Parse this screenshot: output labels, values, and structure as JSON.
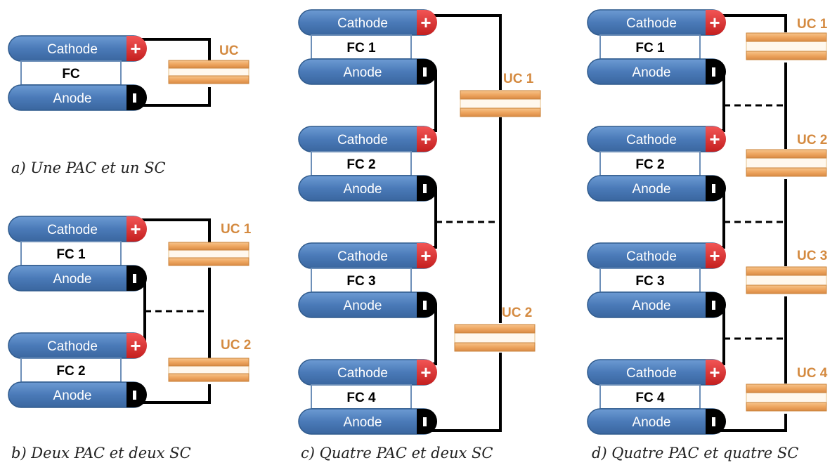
{
  "labels": {
    "cathode": "Cathode",
    "anode": "Anode",
    "plus": "+"
  },
  "panels": {
    "a": {
      "caption": "a)   Une PAC et un SC",
      "cells": [
        "FC"
      ],
      "ucs": [
        "UC"
      ]
    },
    "b": {
      "caption": "b)   Deux PAC et deux SC",
      "cells": [
        "FC 1",
        "FC 2"
      ],
      "ucs": [
        "UC 1",
        "UC 2"
      ]
    },
    "c": {
      "caption": "c)   Quatre PAC et deux SC",
      "cells": [
        "FC 1",
        "FC 2",
        "FC 3",
        "FC 4"
      ],
      "ucs": [
        "UC 1",
        "UC 2"
      ]
    },
    "d": {
      "caption": "d)   Quatre PAC et quatre SC",
      "cells": [
        "FC 1",
        "FC 2",
        "FC 3",
        "FC 4"
      ],
      "ucs": [
        "UC 1",
        "UC 2",
        "UC 3",
        "UC 4"
      ]
    }
  },
  "colors": {
    "electrode": "#4a7ab8",
    "plus_terminal": "#d92b2b",
    "minus_terminal": "#000000",
    "capacitor": "#f2b777",
    "uc_label": "#d48a40"
  }
}
